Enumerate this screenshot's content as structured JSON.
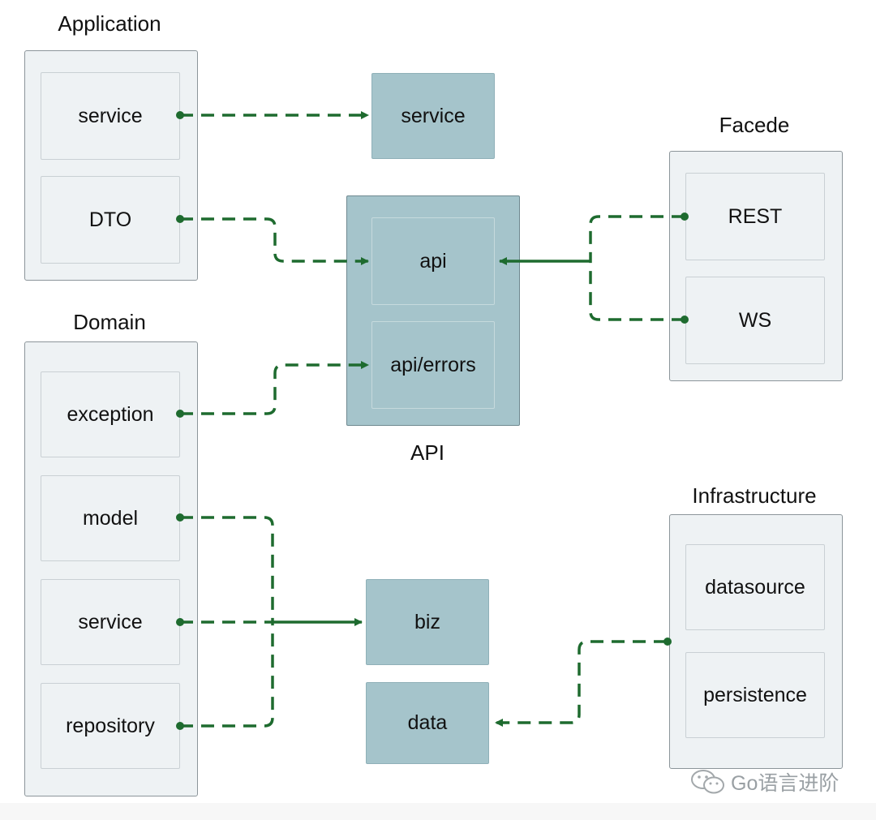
{
  "groups": {
    "application": {
      "title": "Application",
      "modules": [
        "service",
        "DTO"
      ]
    },
    "domain": {
      "title": "Domain",
      "modules": [
        "exception",
        "model",
        "service",
        "repository"
      ]
    },
    "facade": {
      "title": "Facede",
      "modules": [
        "REST",
        "WS"
      ]
    },
    "infrastructure": {
      "title": "Infrastructure",
      "modules": [
        "datasource",
        "persistence"
      ]
    }
  },
  "api": {
    "label": "API",
    "modules": [
      "api",
      "api/errors"
    ]
  },
  "boxes": {
    "service": "service",
    "biz": "biz",
    "data": "data"
  },
  "watermark": {
    "text": "Go语言进阶",
    "icon": "wechat-icon"
  },
  "colors": {
    "arrow": "#1e6b2f",
    "group_fill": "#eef2f4",
    "package_fill": "#a5c4cb"
  }
}
